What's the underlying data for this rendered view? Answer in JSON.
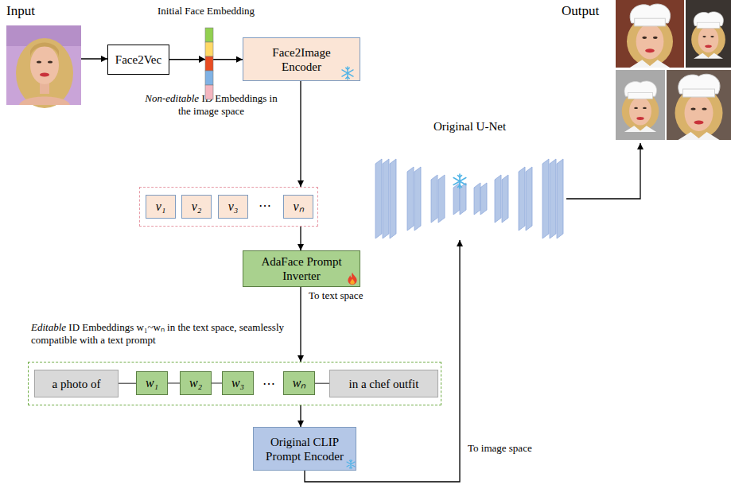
{
  "diagram": {
    "nodes": [
      {
        "text": [
          "Face2Vec"
        ]
      },
      {
        "text": [
          "Face2Image Encoder"
        ]
      },
      {
        "text": [
          "Non-editable ID Embeddings in the image space"
        ]
      },
      {
        "text": [
          "v₁"
        ],
        "in": 2
      },
      {
        "text": [
          "v₂"
        ],
        "in": 2
      },
      {
        "text": [
          "v₃"
        ],
        "in": 2
      },
      {
        "text": [
          "vₙ"
        ],
        "in": 2
      },
      {
        "text": [
          "AdaFace Prompt Inverter"
        ]
      },
      {
        "text": [
          "Editable ID Embeddings w₁~wₙ in the text space, seamlessly compatible with a text prompt"
        ]
      },
      {
        "text": [
          "a photo of"
        ],
        "in": 8
      },
      {
        "text": [
          "w₁"
        ],
        "in": 8
      },
      {
        "text": [
          "w₂"
        ],
        "in": 8
      },
      {
        "text": [
          "w₃"
        ],
        "in": 8
      },
      {
        "text": [
          "wₙ"
        ],
        "in": 8
      },
      {
        "text": [
          "in a chef outfit"
        ],
        "in": 8
      },
      {
        "text": [
          "Original CLIP Prompt Encoder"
        ]
      },
      {
        "text": [
          "Original U-Net"
        ]
      }
    ],
    "edges": [
      {
        "from": 0,
        "to": 1,
        "arrow": "to"
      },
      {
        "from": 1,
        "to": 2,
        "arrow": "to"
      },
      {
        "from": 2,
        "to": 7,
        "arrow": "to"
      },
      {
        "from": 7,
        "to": 8,
        "label": "To text space",
        "arrow": "to"
      },
      {
        "from": 9,
        "to": 10,
        "arrow": "none"
      },
      {
        "from": 10,
        "to": 11,
        "arrow": "none"
      },
      {
        "from": 11,
        "to": 12,
        "arrow": "none"
      },
      {
        "from": 13,
        "to": 14,
        "arrow": "none"
      },
      {
        "from": 8,
        "to": 15,
        "arrow": "to"
      },
      {
        "from": 15,
        "to": 16,
        "label": "To image space",
        "arrow": "to"
      }
    ],
    "labels": [
      "Input",
      "Initial Face Embedding",
      "⋯",
      "⋯",
      "Output"
    ]
  }
}
